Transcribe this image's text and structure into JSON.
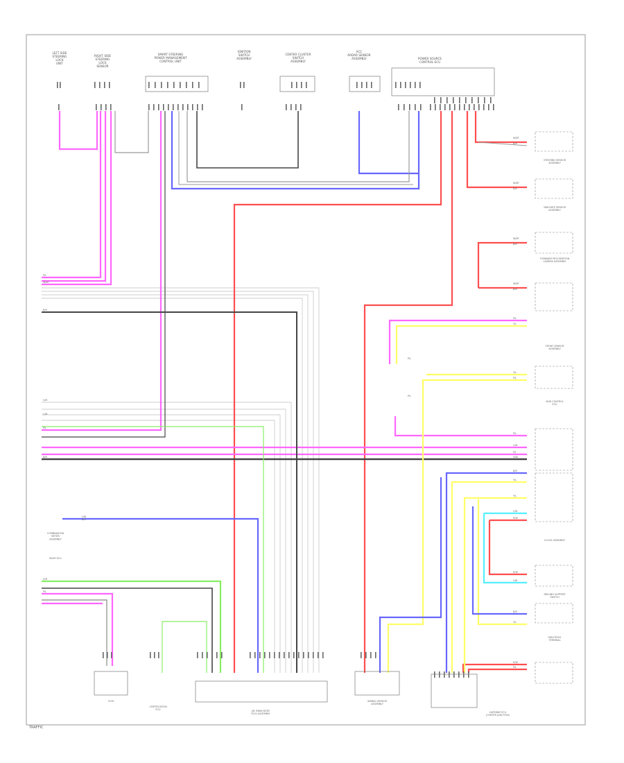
{
  "figure": {
    "footer_code": "TRAFFIC"
  },
  "connectors_top": [
    {
      "id": "A1",
      "label": "LEFT SIDE\nSTEERING\nLOCK\nUNIT"
    },
    {
      "id": "A2",
      "label": "RIGHT SIDE\nSTEERING\nLOCK\nSENSOR"
    },
    {
      "id": "A3",
      "label": "SMART STEERING\nPOWER MANAGEMENT\nCONTROL UNIT"
    },
    {
      "id": "A4",
      "label": "IGNITION\nSWITCH\nASSEMBLY"
    },
    {
      "id": "A5",
      "label": "CENTER CLUSTER\nSWITCH\nASSEMBLY"
    },
    {
      "id": "A6",
      "label": "ACC\nRADAR SENSOR\nASSEMBLY"
    },
    {
      "id": "A7",
      "label": "POWER SOURCE\nCONTROL ECU"
    }
  ],
  "right_blocks": [
    {
      "label": "STEERING SENSOR\nASSEMBLY"
    },
    {
      "label": "YAW RATE SENSOR\nASSEMBLY"
    },
    {
      "label": "FORWARD RECOGNITION\nCAMERA ASSEMBLY"
    },
    {
      "label": "FRONT SENSOR\nASSEMBLY"
    },
    {
      "label": "SKID CONTROL\nECU"
    },
    {
      "label": "CLOCK ASSEMBLY"
    },
    {
      "label": "DRIVING SUPPORT\nSWITCH"
    },
    {
      "label": "MULTIPLEX\nTERMINAL"
    }
  ],
  "left_blocks": [
    {
      "label": "COMBINATION\nMETER\nASSEMBLY"
    },
    {
      "label": "BODY ECU"
    }
  ],
  "bottom_blocks": [
    {
      "label": "ECM"
    },
    {
      "label": "CERTIFICATION\nECU"
    },
    {
      "label": "J/B (MAIN BODY\nECU) ASSEMBLY"
    },
    {
      "label": "AIRBAG SENSOR\nASSEMBLY"
    },
    {
      "label": "GATEWAY ECU\n(CENTER JUNCTION)"
    }
  ],
  "wire_colors": {
    "red": "#ff4d4d",
    "magenta": "#ff66ff",
    "blue": "#6666ff",
    "yellow": "#ffff66",
    "green": "#88ee66",
    "cyan": "#55eeff",
    "gray": "#999999",
    "dark": "#444444",
    "light": "#cccccc"
  },
  "wire_tags": {
    "w": "W/BT",
    "b": "B/R",
    "p": "P/L",
    "l": "L/W",
    "y": "Y/L",
    "g": "G/R",
    "r": "R/W",
    "v": "V/W"
  }
}
